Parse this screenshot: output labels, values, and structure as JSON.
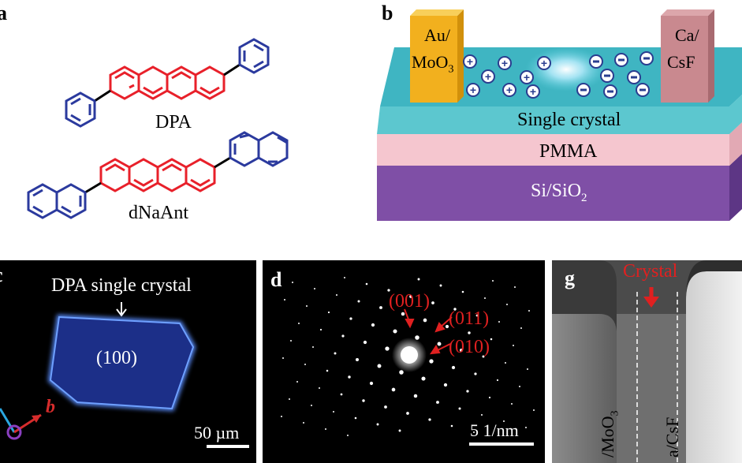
{
  "panel_a": {
    "label": "a",
    "molecule_1": "DPA",
    "molecule_2": "dNaAnt",
    "core_color": "#e8202a",
    "substituent_color": "#2b3a9e"
  },
  "panel_b": {
    "label": "b",
    "left_electrode_line1": "Au/",
    "left_electrode_line2": "MoO",
    "left_electrode_sub": "3",
    "right_electrode_line1": "Ca/",
    "right_electrode_line2": "CsF",
    "layer_crystal": "Single crystal",
    "layer_pmma": "PMMA",
    "layer_substrate": "Si/SiO",
    "layer_substrate_sub": "2",
    "hole_symbol": "+",
    "electron_symbol": "−"
  },
  "panel_c": {
    "label": "c",
    "annotation": "DPA single crystal",
    "facet": "(100)",
    "axis_b": "b",
    "scale_bar": "50 µm"
  },
  "panel_d": {
    "label": "d",
    "spot_1": "(001)",
    "spot_2": "(011)",
    "spot_3": "(010)",
    "scale_bar": "5 1/nm"
  },
  "panel_g": {
    "label": "g",
    "annotation": "Crystal",
    "left_electrode_text": "/MoO",
    "left_electrode_sub": "3",
    "right_electrode_text": "a/CsF"
  }
}
